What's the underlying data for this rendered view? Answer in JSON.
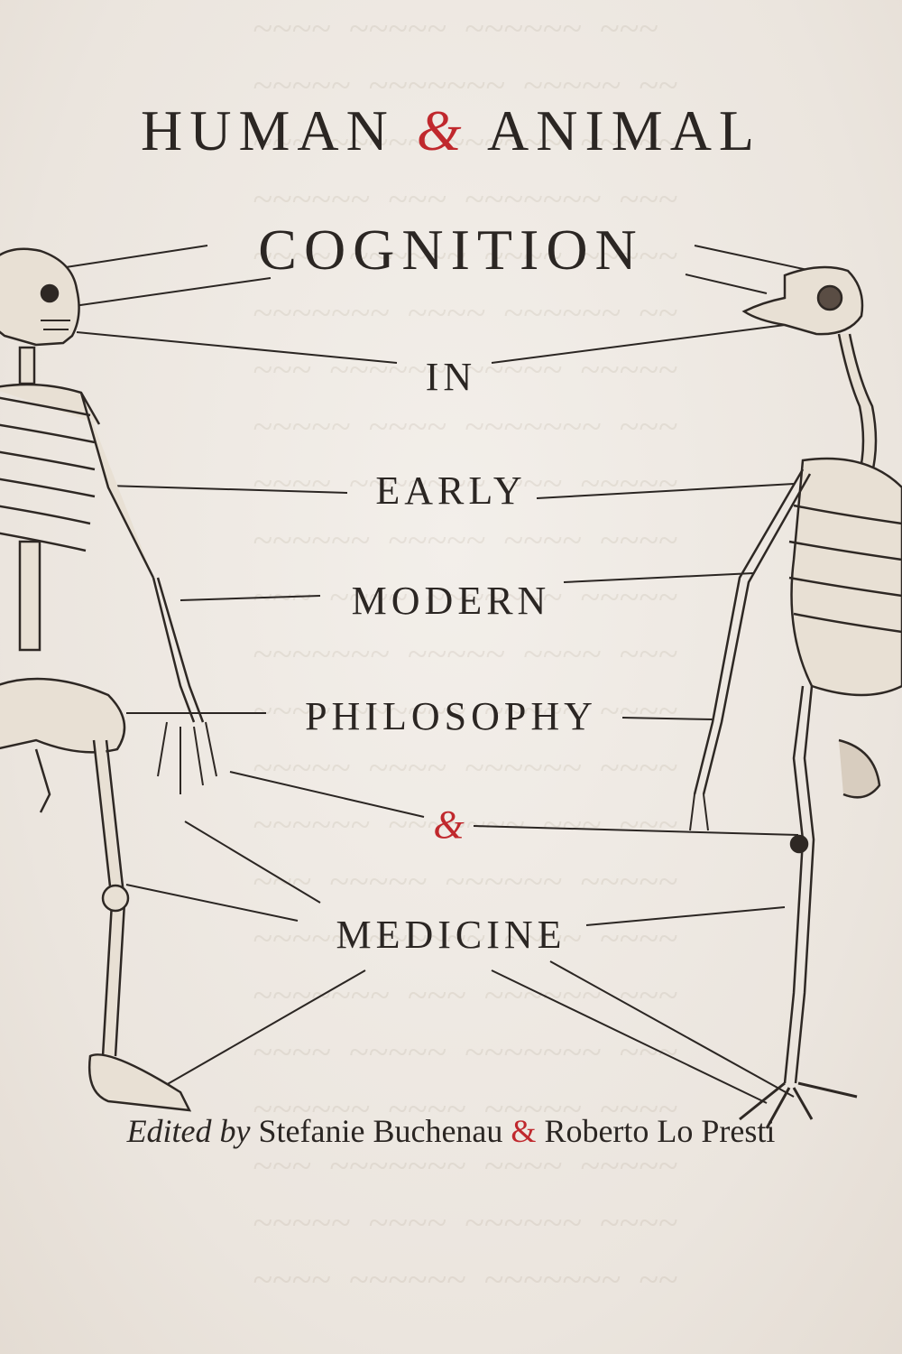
{
  "cover": {
    "title_line1_left": "HUMAN",
    "title_line1_amp": "&",
    "title_line1_right": "ANIMAL",
    "title_line2": "COGNITION",
    "title_line3": "IN",
    "title_line4": "EARLY",
    "title_line5": "MODERN",
    "title_line6": "PHILOSOPHY",
    "title_line7_amp": "&",
    "title_line8": "MEDICINE",
    "byline_prefix": "Edited by",
    "editor1": "Stefanie Buchenau",
    "byline_amp": "&",
    "editor2": "Roberto Lo Presti"
  },
  "colors": {
    "background": "#efebe6",
    "title_text": "#2b2623",
    "accent_red": "#c0282d"
  }
}
